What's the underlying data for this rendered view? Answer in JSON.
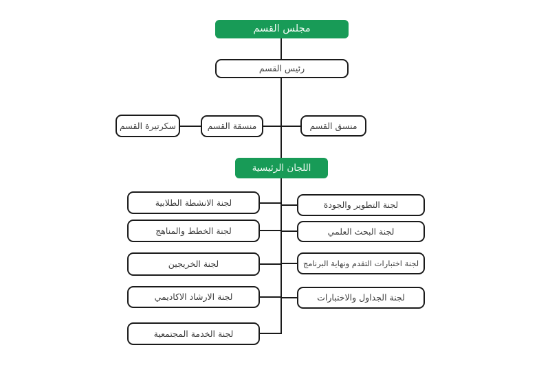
{
  "org_chart": {
    "council": "مجلس القسم",
    "head": "رئيس القسم",
    "secretary": "سكرتيرة القسم",
    "coordinator_female": "منسقة القسم",
    "coordinator_male": "منسق القسم",
    "main_committees": "اللجان الرئيسية",
    "committees_left": [
      "لجنة الانشطة الطلابية",
      "لجنة الخطط والمناهج",
      "لجنة الخريجين",
      "لجنة الارشاد الاكاديمي",
      "لجنة الخدمة المجتمعية"
    ],
    "committees_right": [
      "لجنة التطوير والجودة",
      "لجنة البحث العلمي",
      "لجنة اختبارات التقدم ونهاية البرنامج",
      "لجنة الجداول والاختبارات"
    ]
  },
  "colors": {
    "accent_green": "#189b57",
    "border_color": "#1a1a1a",
    "node_text": "#3d3d3d",
    "green_text": "#eef9f2",
    "background": "#ffffff"
  }
}
